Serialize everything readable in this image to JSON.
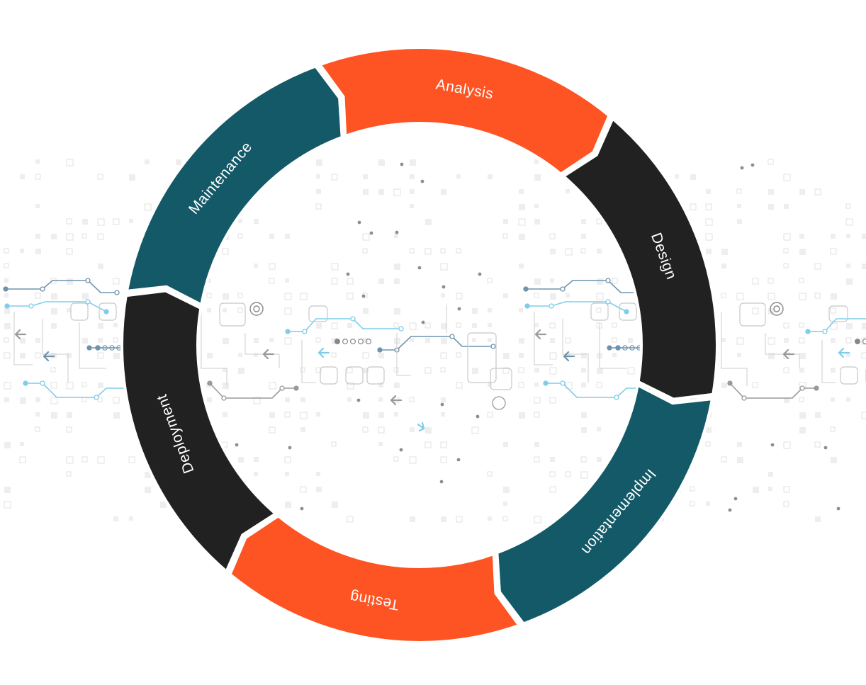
{
  "diagram": {
    "segments": [
      {
        "label": "Analysis",
        "color": "#fe5322"
      },
      {
        "label": "Design",
        "color": "#212121"
      },
      {
        "label": "Implementation",
        "color": "#135967"
      },
      {
        "label": "Testing",
        "color": "#fe5322"
      },
      {
        "label": "Deployment",
        "color": "#212121"
      },
      {
        "label": "Maintenance",
        "color": "#135967"
      }
    ],
    "background_theme": "circuit-board pattern",
    "colors": {
      "orange": "#fe5322",
      "teal": "#135967",
      "dark": "#212121",
      "circuit_gray": "#9a9a9a",
      "circuit_blue": "#7fcdea",
      "circuit_steel": "#6f93ad"
    }
  }
}
